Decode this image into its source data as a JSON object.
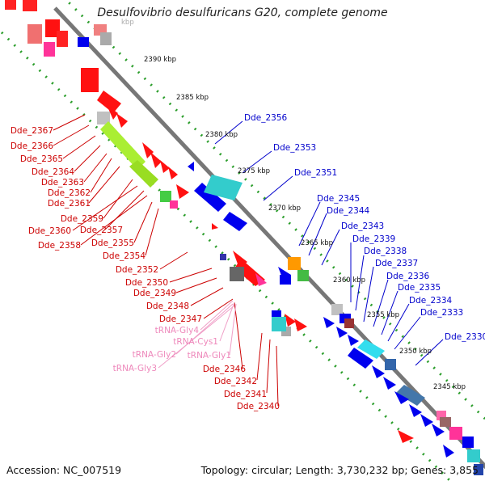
{
  "title": "Desulfovibrio desulfuricans G20, complete genome",
  "footer": {
    "accession": "Accession: NC_007519",
    "summary": "Topology: circular; Length: 3,730,232 bp; Genes: 3,855"
  },
  "scale_label_top": "kbp",
  "scale_ticks": [
    "2390 kbp",
    "2385 kbp",
    "2380 kbp",
    "2375 kbp",
    "2370 kbp",
    "2365 kbp",
    "2360 kbp",
    "2355 kbp",
    "2350 kbp",
    "2345 kbp"
  ],
  "left_labels_red": [
    "Dde_2367",
    "Dde_2366",
    "Dde_2365",
    "Dde_2364",
    "Dde_2363",
    "Dde_2362",
    "Dde_2361",
    "Dde_2359",
    "Dde_2360",
    "Dde_2357",
    "Dde_2358",
    "Dde_2355",
    "Dde_2354",
    "Dde_2352",
    "Dde_2350",
    "Dde_2349",
    "Dde_2348",
    "Dde_2347"
  ],
  "trna_labels": [
    "tRNA-Gly4",
    "tRNA-Cys1",
    "tRNA-Gly2",
    "tRNA-Gly1",
    "tRNA-Gly3"
  ],
  "bottom_labels_red": [
    "Dde_2346",
    "Dde_2342",
    "Dde_2341",
    "Dde_2340"
  ],
  "right_labels_blue": [
    "Dde_2356",
    "Dde_2353",
    "Dde_2351",
    "Dde_2345",
    "Dde_2344",
    "Dde_2343",
    "Dde_2339",
    "Dde_2338",
    "Dde_2337",
    "Dde_2336",
    "Dde_2335",
    "Dde_2334",
    "Dde_2333",
    "Dde_2330"
  ],
  "colors": {
    "red_label": "#cc0000",
    "blue_label": "#0000cc",
    "trna_label": "#ee88bb",
    "backbone": "#888888",
    "dots": "#228B22"
  }
}
